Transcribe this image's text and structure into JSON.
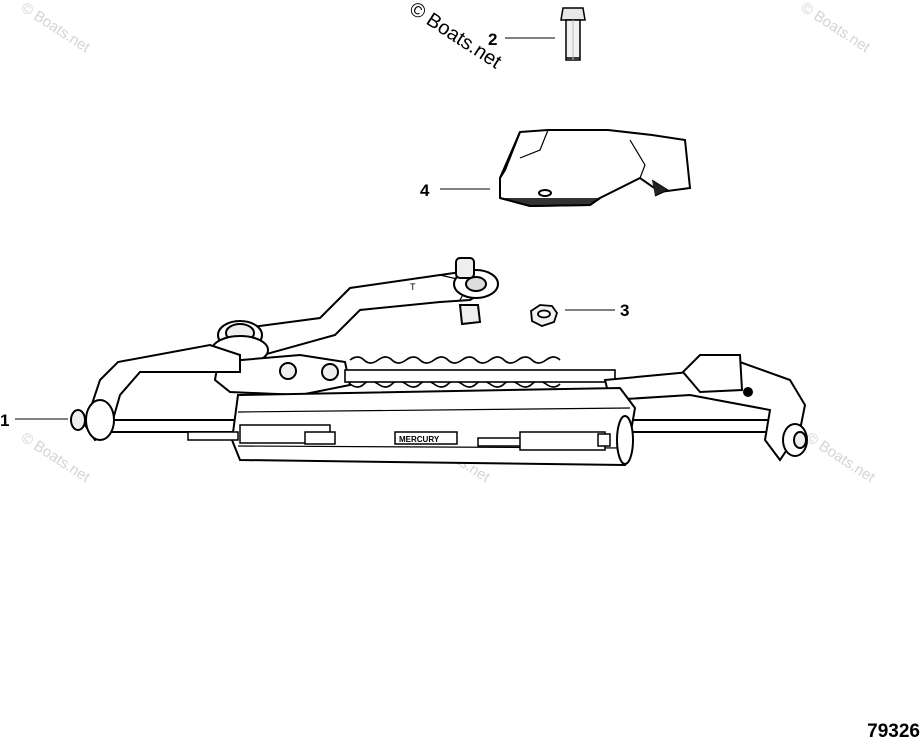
{
  "watermark": {
    "main": "© Boats.net",
    "corner": "© Boats.net"
  },
  "callouts": {
    "c1": "1",
    "c2": "2",
    "c3": "3",
    "c4": "4"
  },
  "figure_number": "79326",
  "brand_plate": "MERCURY"
}
